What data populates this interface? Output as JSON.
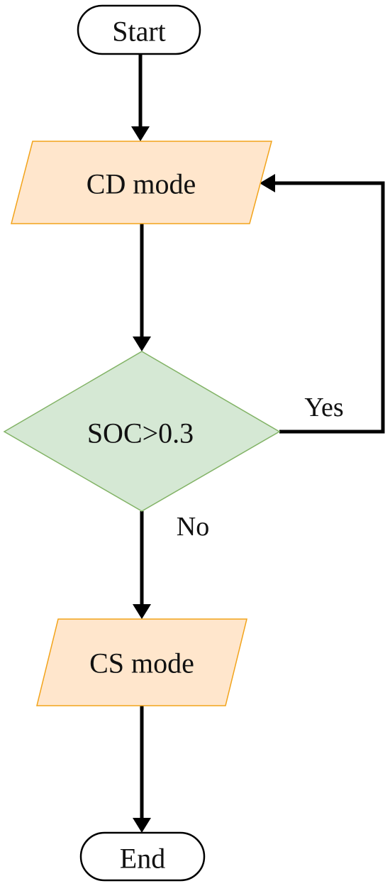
{
  "colors": {
    "terminal_fill": "#ffffff",
    "terminal_stroke": "#000000",
    "io_fill": "#ffe6cc",
    "io_stroke": "#f2a31a",
    "decision_fill": "#d5e8d4",
    "decision_stroke": "#82b366",
    "connector": "#000000"
  },
  "nodes": {
    "start": {
      "label": "Start",
      "shape": "terminal"
    },
    "cd_mode": {
      "label": "CD mode",
      "shape": "parallelogram"
    },
    "decision": {
      "label": "SOC>0.3",
      "shape": "diamond"
    },
    "cs_mode": {
      "label": "CS mode",
      "shape": "parallelogram"
    },
    "end": {
      "label": "End",
      "shape": "terminal"
    }
  },
  "edges": {
    "yes_label": "Yes",
    "no_label": "No"
  }
}
